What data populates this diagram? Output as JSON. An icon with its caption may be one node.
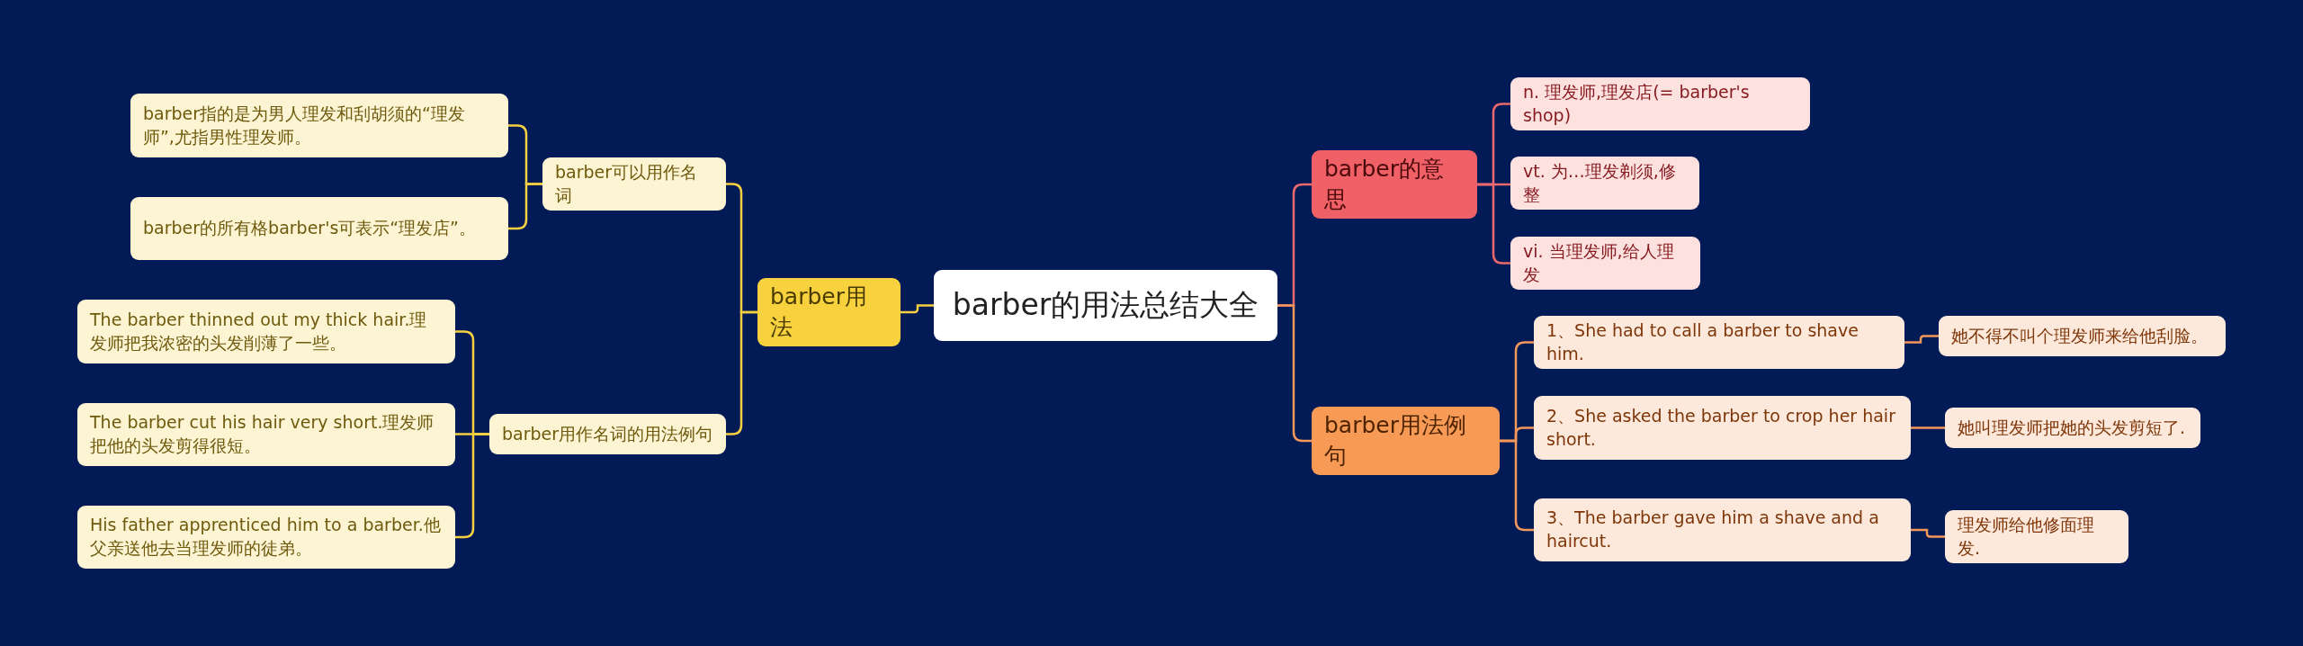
{
  "diagram": {
    "nodes": [
      {
        "text": [
          "barber的用法总结大全"
        ]
      },
      {
        "text": [
          "barber用法"
        ]
      },
      {
        "text": [
          "barber可以用作名词"
        ]
      },
      {
        "text": [
          "barber指的是为男人理发和刮胡须的“理发师”,尤指男性理发师。"
        ]
      },
      {
        "text": [
          "barber的所有格barber's可表示“理发店”。"
        ]
      },
      {
        "text": [
          "barber用作名词的用法例句"
        ]
      },
      {
        "text": [
          "The barber thinned out my thick hair.理发师把我浓密的头发削薄了一些。"
        ]
      },
      {
        "text": [
          "The barber cut his hair very short.理发师把他的头发剪得很短。"
        ]
      },
      {
        "text": [
          "His father apprenticed him to a barber.他父亲送他去当理发师的徒弟。"
        ]
      },
      {
        "text": [
          "barber的意思"
        ]
      },
      {
        "text": [
          "n. 理发师,理发店(= barber's shop)"
        ]
      },
      {
        "text": [
          "vt. 为…理发剃须,修整"
        ]
      },
      {
        "text": [
          "vi. 当理发师,给人理发"
        ]
      },
      {
        "text": [
          "barber用法例句"
        ]
      },
      {
        "text": [
          "1、She had to call a barber to shave him."
        ]
      },
      {
        "text": [
          "她不得不叫个理发师来给他刮脸。"
        ]
      },
      {
        "text": [
          "2、She asked the barber to crop her hair short."
        ]
      },
      {
        "text": [
          "她叫理发师把她的头发剪短了."
        ]
      },
      {
        "text": [
          "3、The barber gave him a shave and a haircut."
        ]
      },
      {
        "text": [
          "理发师给他修面理发."
        ]
      }
    ],
    "edges": [
      {
        "from": 0,
        "to": 1,
        "arrow": "none",
        "color": "#f5d142"
      },
      {
        "from": 1,
        "to": 2,
        "arrow": "none",
        "color": "#f5d142"
      },
      {
        "from": 2,
        "to": 3,
        "arrow": "none",
        "color": "#f5d142"
      },
      {
        "from": 2,
        "to": 4,
        "arrow": "none",
        "color": "#f5d142"
      },
      {
        "from": 1,
        "to": 5,
        "arrow": "none",
        "color": "#f5d142"
      },
      {
        "from": 5,
        "to": 6,
        "arrow": "none",
        "color": "#f5d142"
      },
      {
        "from": 5,
        "to": 7,
        "arrow": "none",
        "color": "#f5d142"
      },
      {
        "from": 5,
        "to": 8,
        "arrow": "none",
        "color": "#f5d142"
      },
      {
        "from": 0,
        "to": 9,
        "arrow": "none",
        "color": "#ec6a6f"
      },
      {
        "from": 9,
        "to": 10,
        "arrow": "none",
        "color": "#ec6a6f"
      },
      {
        "from": 9,
        "to": 11,
        "arrow": "none",
        "color": "#ec6a6f"
      },
      {
        "from": 9,
        "to": 12,
        "arrow": "none",
        "color": "#ec6a6f"
      },
      {
        "from": 0,
        "to": 13,
        "arrow": "none",
        "color": "#f4975a"
      },
      {
        "from": 13,
        "to": 14,
        "arrow": "none",
        "color": "#f4975a"
      },
      {
        "from": 13,
        "to": 16,
        "arrow": "none",
        "color": "#f4975a"
      },
      {
        "from": 13,
        "to": 18,
        "arrow": "none",
        "color": "#f4975a"
      },
      {
        "from": 14,
        "to": 15,
        "arrow": "none",
        "color": "#f4975a"
      },
      {
        "from": 16,
        "to": 17,
        "arrow": "none",
        "color": "#f4975a"
      },
      {
        "from": 18,
        "to": 19,
        "arrow": "none",
        "color": "#f4975a"
      }
    ]
  }
}
